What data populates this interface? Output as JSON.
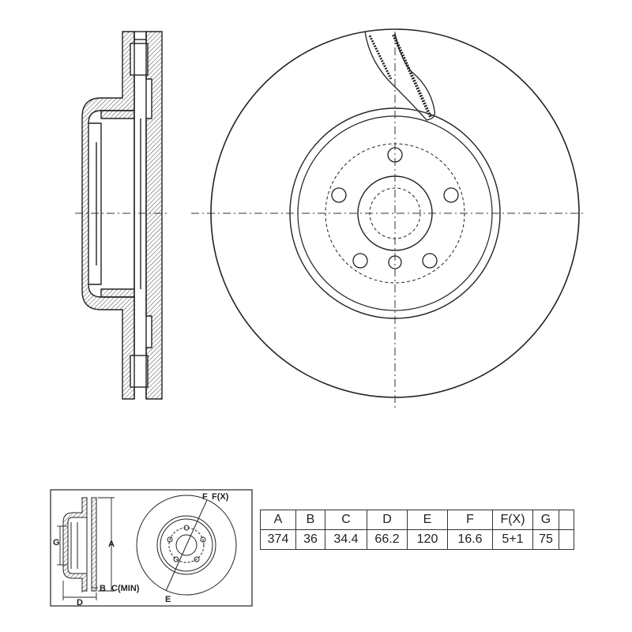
{
  "legend_labels": {
    "f": "F",
    "fx": "F(X)",
    "g": "G",
    "a": "A",
    "d": "D",
    "b": "B",
    "cmin": "C(MIN)",
    "e": "E"
  },
  "spec_table": {
    "headers": [
      "A",
      "B",
      "C",
      "D",
      "E",
      "F",
      "F(X)",
      "G",
      ""
    ],
    "values": [
      "374",
      "36",
      "34.4",
      "66.2",
      "120",
      "16.6",
      "5+1",
      "75",
      ""
    ]
  }
}
